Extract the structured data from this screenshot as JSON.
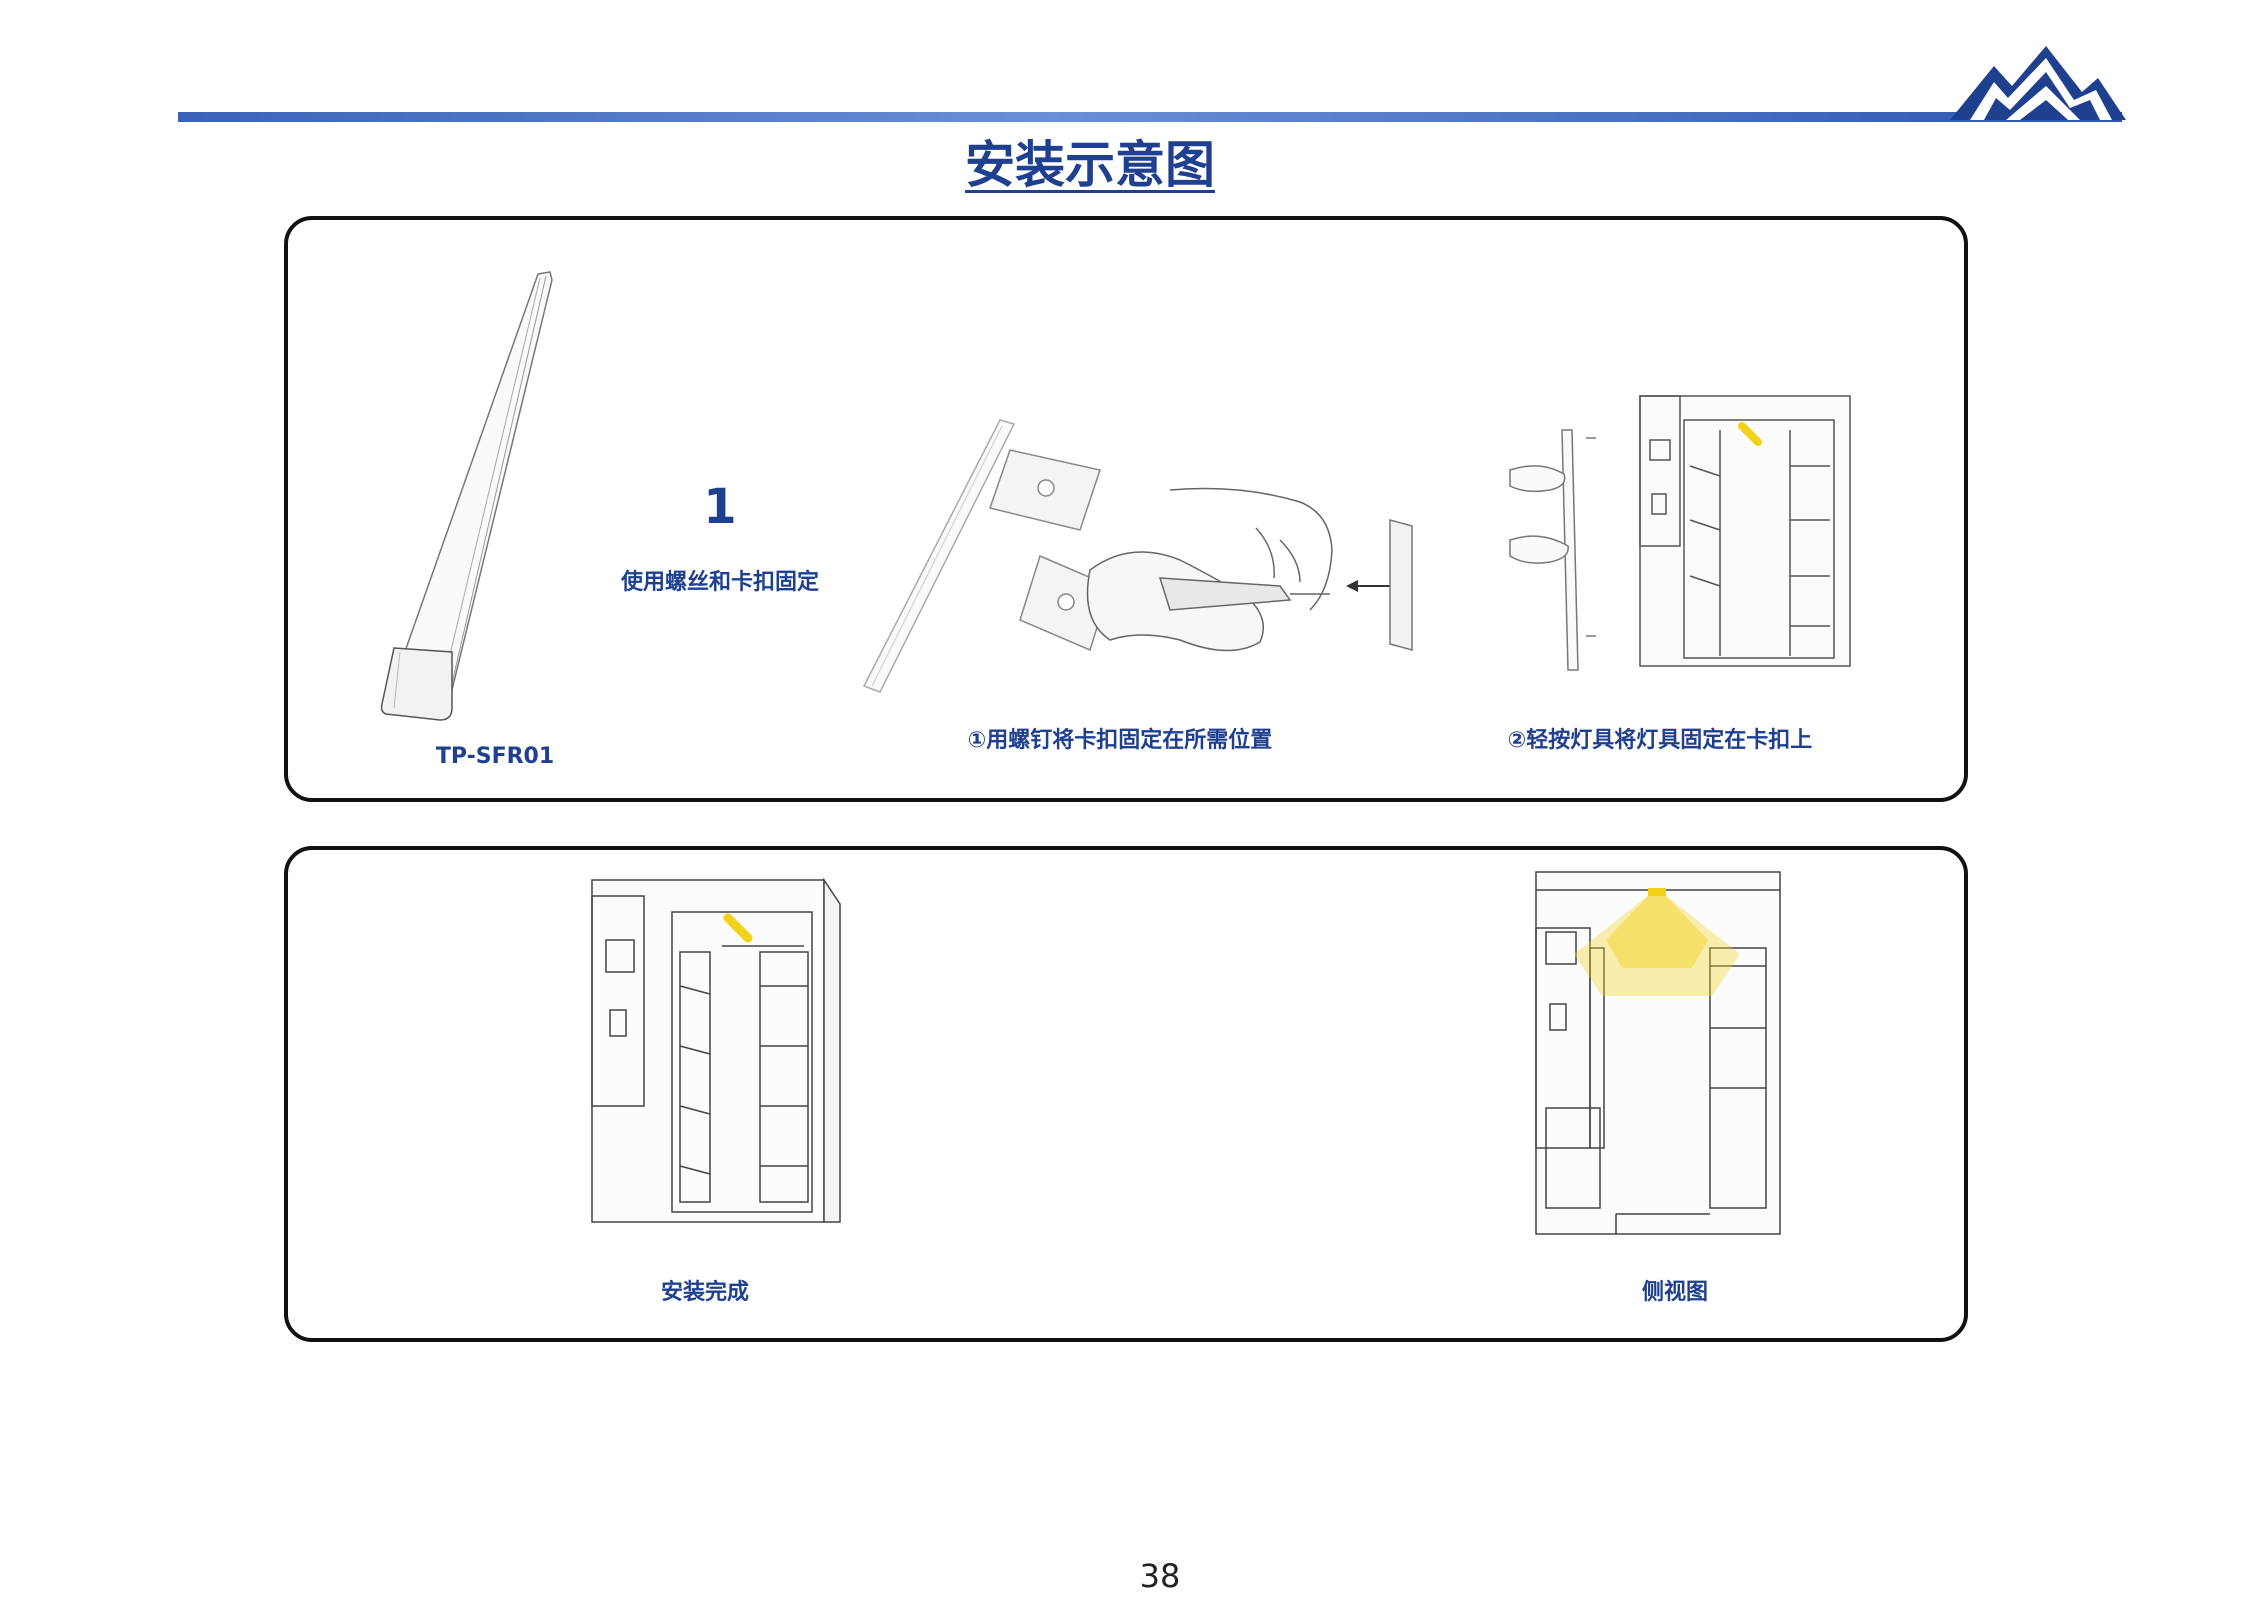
{
  "page": {
    "title": "安装示意图",
    "page_number": "38"
  },
  "panel_top": {
    "step_number": "1",
    "step_description": "使用螺丝和卡扣固定",
    "product_model": "TP-SFR01",
    "caption_step1": "①用螺钉将卡扣固定在所需位置",
    "caption_step2": "②轻按灯具将灯具固定在卡扣上"
  },
  "panel_bottom": {
    "caption_done": "安装完成",
    "caption_side": "侧视图"
  },
  "colors": {
    "brand_blue": "#1f3f8f",
    "header_gradient_start": "#3a63b8",
    "header_gradient_end": "#2c56b0",
    "light_beam": "#f2d21b"
  },
  "icons": {
    "logo": "mountain-logo-icon"
  }
}
